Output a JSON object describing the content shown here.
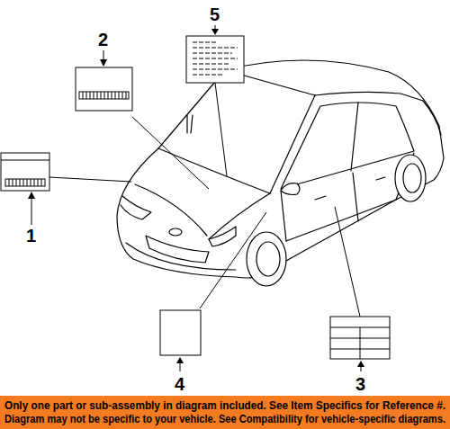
{
  "diagram": {
    "labels": [
      "1",
      "2",
      "3",
      "4",
      "5",
      "Only one part or sub-assembly in diagram included. See Item Specifics for Reference #.",
      "Diagram may not be specific to your vehicle. See Compatibility for vehicle-specific diagrams."
    ]
  }
}
